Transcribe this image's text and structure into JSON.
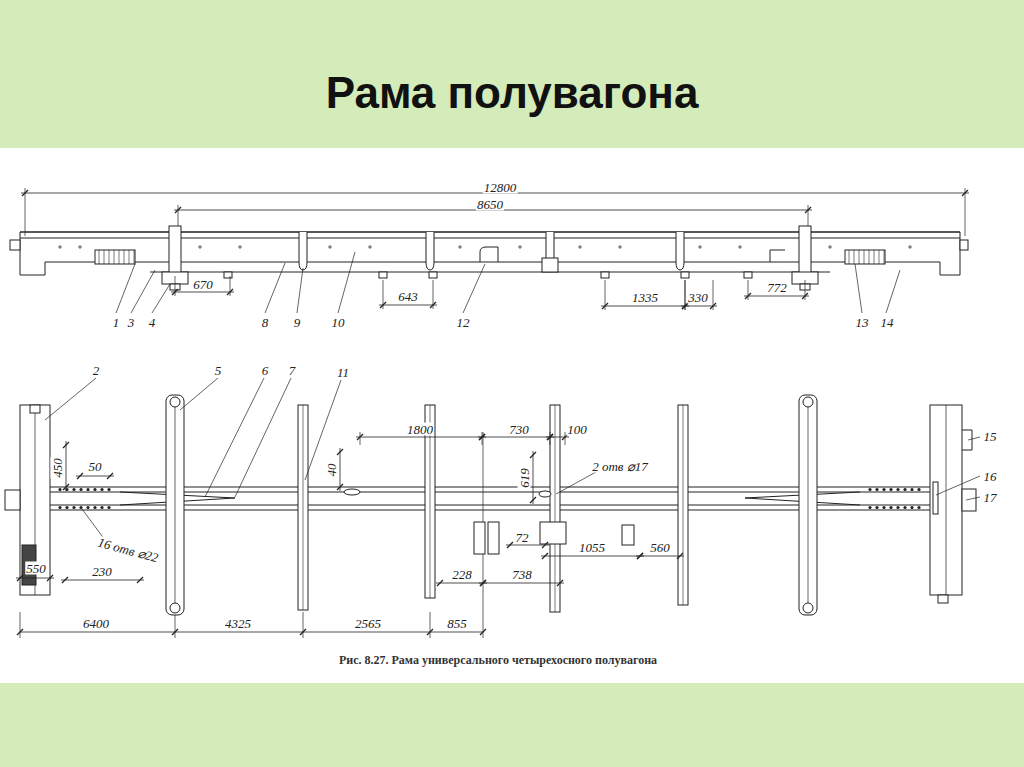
{
  "diagram": {
    "title": "Рама полувагона",
    "caption": "Рис. 8.27. Рама универсального четырехосного полувагона",
    "labels": [
      "12800",
      "8650",
      "670",
      "643",
      "1335",
      "330",
      "772",
      "1",
      "3",
      "4",
      "8",
      "9",
      "10",
      "12",
      "13",
      "14",
      "2",
      "5",
      "6",
      "7",
      "11",
      "1800",
      "730",
      "100",
      "15",
      "50",
      "450",
      "40",
      "2 отв ⌀17",
      "619",
      "16",
      "17",
      "72",
      "1055",
      "560",
      "16 отв ⌀22",
      "550",
      "230",
      "228",
      "738",
      "6400",
      "4325",
      "2565",
      "855"
    ]
  }
}
